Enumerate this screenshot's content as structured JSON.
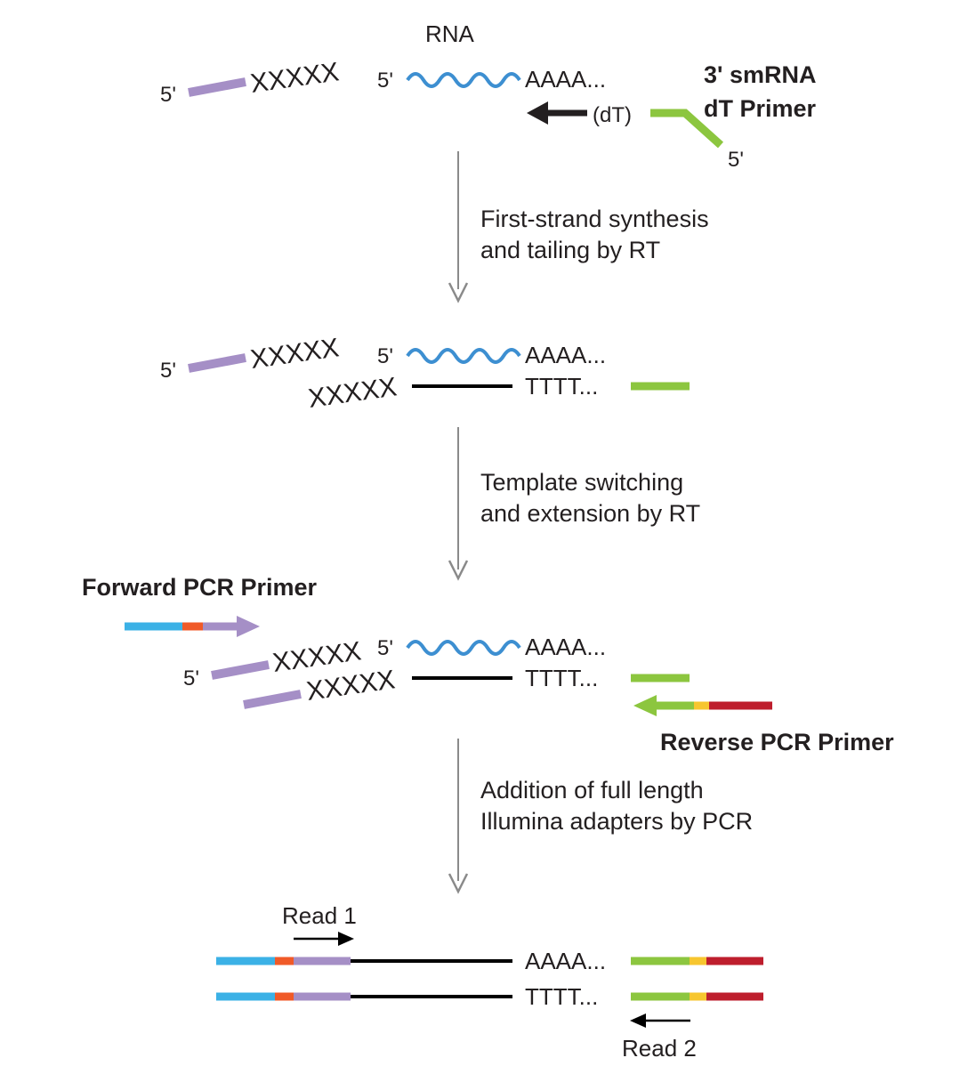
{
  "colors": {
    "purple": "#a58fc6",
    "blue_rna": "#3d8fd1",
    "green": "#8cc63f",
    "cyan": "#3bb1e6",
    "orange": "#f05a28",
    "yellow": "#f7c62f",
    "red": "#be1e2d",
    "black": "#000000",
    "gray": "#8a8a8a"
  },
  "top": {
    "rna_label": "RNA",
    "five_prime_left": "5'",
    "xxxxx": "XXXXX",
    "five_prime_rna": "5'",
    "polyA": "AAAA...",
    "dT": "(dT)",
    "primer_line1": "3' smRNA",
    "primer_line2": "dT Primer",
    "five_prime_primer": "5'"
  },
  "steps": [
    {
      "line1": "First-strand synthesis",
      "line2": "and tailing by RT"
    },
    {
      "line1": "Template switching",
      "line2": "and extension by RT"
    },
    {
      "line1": "Addition of full length",
      "line2": "Illumina adapters by PCR"
    }
  ],
  "second": {
    "five_prime_left": "5'",
    "xxxxx_top": "XXXXX",
    "five_prime_rna": "5'",
    "polyA": "AAAA...",
    "xxxxx_bottom": "XXXXX",
    "polyT": "TTTT..."
  },
  "third": {
    "forward_label": "Forward PCR Primer",
    "five_prime_left": "5'",
    "xxxxx_top": "XXXXX",
    "five_prime_rna": "5'",
    "polyA": "AAAA...",
    "xxxxx_bottom": "XXXXX",
    "polyT": "TTTT...",
    "reverse_label": "Reverse PCR Primer"
  },
  "final": {
    "read1": "Read 1",
    "polyA": "AAAA...",
    "polyT": "TTTT...",
    "read2": "Read 2"
  }
}
